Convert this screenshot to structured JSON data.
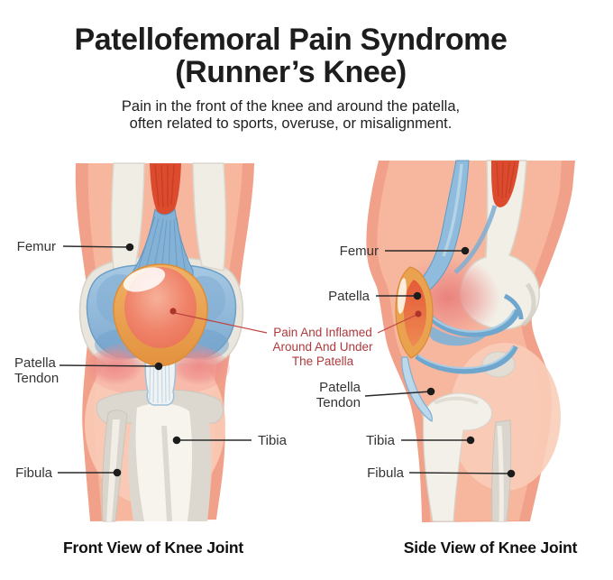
{
  "header": {
    "title_line1": "Patellofemoral Pain Syndrome",
    "title_line2": "(Runner’s Knee)",
    "subtitle_line1": "Pain in the front of the knee and around the patella,",
    "subtitle_line2": "often related to sports, overuse, or misalignment."
  },
  "front_view": {
    "caption": "Front View of Knee Joint",
    "labels": {
      "femur": "Femur",
      "patella_tendon_line1": "Patella",
      "patella_tendon_line2": "Tendon",
      "fibula": "Fibula",
      "tibia": "Tibia"
    }
  },
  "side_view": {
    "caption": "Side View of Knee Joint",
    "labels": {
      "femur": "Femur",
      "patella": "Patella",
      "patella_tendon_line1": "Patella",
      "patella_tendon_line2": "Tendon",
      "tibia": "Tibia",
      "fibula": "Fibula"
    }
  },
  "annotation": {
    "line1": "Pain And Inflamed",
    "line2": "Around And Under",
    "line3": "The Patella"
  },
  "palette": {
    "skin": "#f1a189",
    "skin_light": "#f6b79e",
    "skin_lightest": "#facdb9",
    "bone": "#f2efe7",
    "bone_shadow": "#d8d4ca",
    "cartilage_blue": "#8fb9db",
    "cartilage_blue_dark": "#5e93be",
    "muscle_red": "#dc4b2e",
    "patella_orange": "#eba24f",
    "patella_inflamed": "#ee7e64",
    "glow_pink": "#ef8b89",
    "annotation_red": "#ae3a3d",
    "connector_line": "#2a2a2a",
    "label_text": "#343434",
    "title_text": "#1d1d1d"
  }
}
